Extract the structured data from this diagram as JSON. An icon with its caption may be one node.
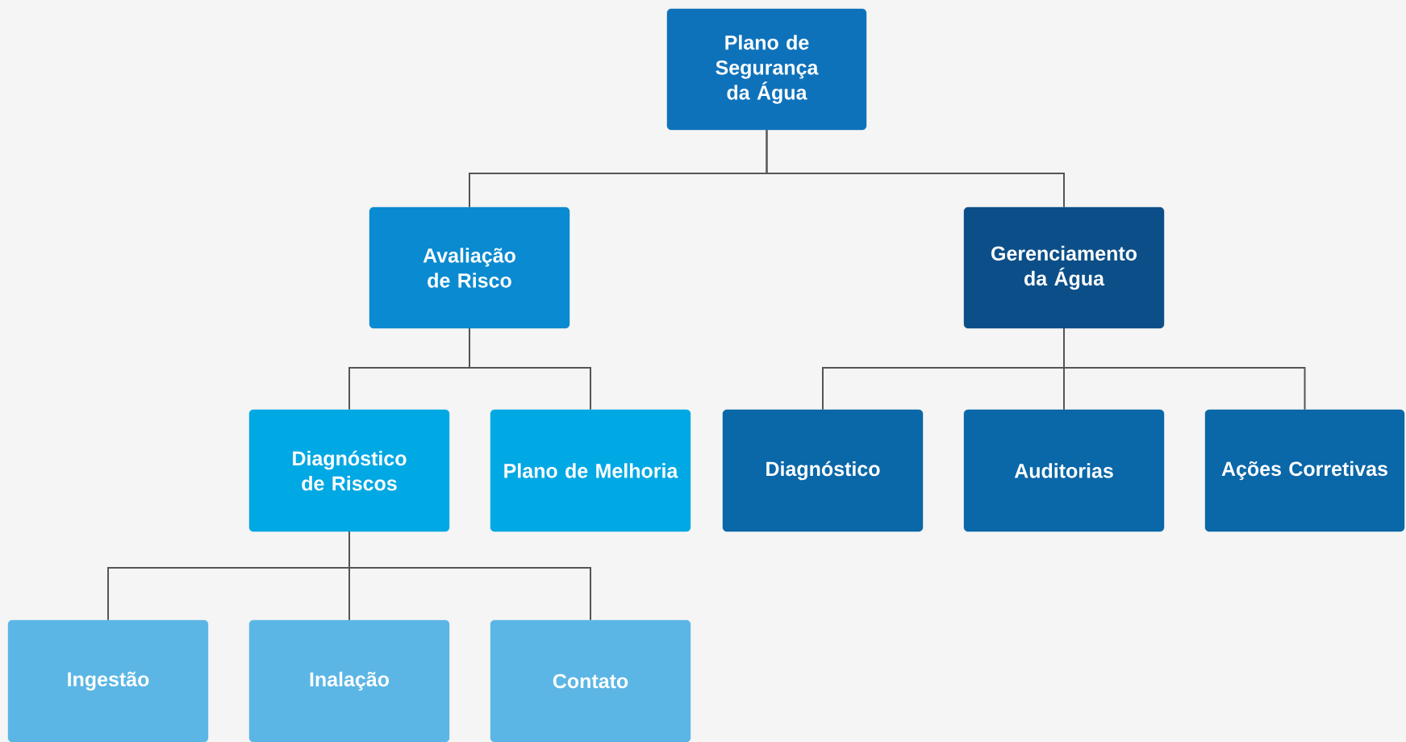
{
  "diagram": {
    "nodes": [
      {
        "text": [
          "Plano de Segurança da Água"
        ]
      },
      {
        "text": [
          "Avaliação de Risco"
        ]
      },
      {
        "text": [
          "Gerenciamento da Água"
        ]
      },
      {
        "text": [
          "Diagnóstico de Riscos"
        ]
      },
      {
        "text": [
          "Plano de Melhoria"
        ]
      },
      {
        "text": [
          "Diagnóstico"
        ]
      },
      {
        "text": [
          "Auditorias"
        ]
      },
      {
        "text": [
          "Ações Corretivas"
        ]
      },
      {
        "text": [
          "Ingestão"
        ]
      },
      {
        "text": [
          "Inalação"
        ]
      },
      {
        "text": [
          "Contato"
        ]
      }
    ],
    "edges": [
      {
        "from": 0,
        "to": 1,
        "arrow": "none"
      },
      {
        "from": 0,
        "to": 2,
        "arrow": "none"
      },
      {
        "from": 1,
        "to": 3,
        "arrow": "none"
      },
      {
        "from": 1,
        "to": 4,
        "arrow": "none"
      },
      {
        "from": 2,
        "to": 5,
        "arrow": "none"
      },
      {
        "from": 2,
        "to": 6,
        "arrow": "none"
      },
      {
        "from": 2,
        "to": 7,
        "arrow": "none"
      },
      {
        "from": 3,
        "to": 8,
        "arrow": "none"
      },
      {
        "from": 3,
        "to": 9,
        "arrow": "none"
      },
      {
        "from": 3,
        "to": 10,
        "arrow": "none"
      }
    ]
  }
}
